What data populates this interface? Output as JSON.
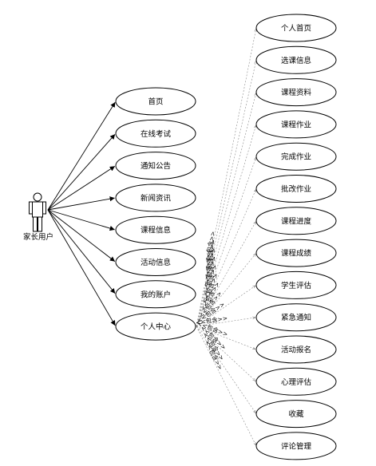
{
  "actor": {
    "label": "家长用户"
  },
  "left_use_cases": [
    {
      "label": "首页"
    },
    {
      "label": "在线考试"
    },
    {
      "label": "通知公告"
    },
    {
      "label": "新闻资讯"
    },
    {
      "label": "课程信息"
    },
    {
      "label": "活动信息"
    },
    {
      "label": "我的账户"
    },
    {
      "label": "个人中心"
    }
  ],
  "right_use_cases": [
    {
      "label": "个人首页"
    },
    {
      "label": "选课信息"
    },
    {
      "label": "课程资料"
    },
    {
      "label": "课程作业"
    },
    {
      "label": "完成作业"
    },
    {
      "label": "批改作业"
    },
    {
      "label": "课程进度"
    },
    {
      "label": "课程成绩"
    },
    {
      "label": "学生评估"
    },
    {
      "label": "紧急通知"
    },
    {
      "label": "活动报名"
    },
    {
      "label": "心理评估"
    },
    {
      "label": "收藏"
    },
    {
      "label": "评论管理"
    }
  ],
  "include_label": "<<包含>>"
}
